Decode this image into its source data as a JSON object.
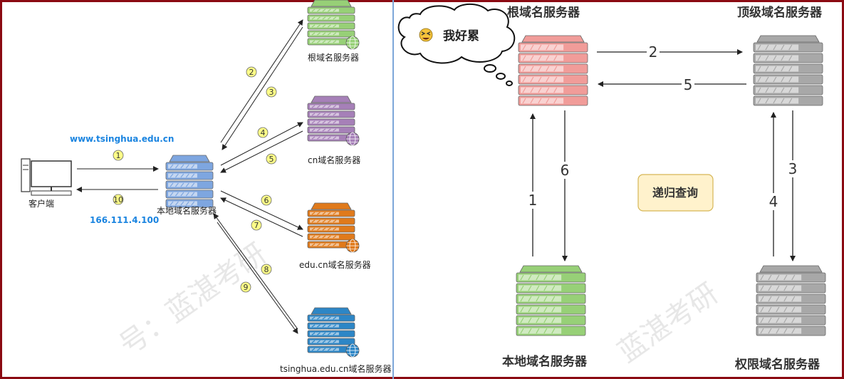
{
  "left": {
    "client_label": "客户端",
    "local_label": "本地域名服务器",
    "root_label": "根域名服务器",
    "cn_label": "cn域名服务器",
    "edu_label": "edu.cn域名服务器",
    "tsinghua_label": "tsinghua.edu.cn域名服务器",
    "query_domain": "www.tsinghua.edu.cn",
    "result_ip": "166.111.4.100",
    "steps": [
      "1",
      "2",
      "3",
      "4",
      "5",
      "6",
      "7",
      "8",
      "9",
      "10"
    ]
  },
  "right": {
    "root_label": "根域名服务器",
    "tld_label": "顶级域名服务器",
    "local_label": "本地域名服务器",
    "auth_label": "权限域名服务器",
    "bubble_text": "我好累",
    "mode_label": "递归查询",
    "steps": [
      "1",
      "2",
      "3",
      "4",
      "5",
      "6"
    ]
  },
  "watermark": [
    "号：蓝湛考研",
    "蓝湛考研"
  ],
  "colors": {
    "blue_server": "#7ea6e0",
    "purple_server": "#a680b8",
    "orange_server": "#e07a1b",
    "teal_server": "#2d86c6",
    "green_server": "#97d077",
    "red_server": "#f19c99",
    "gray_server": "#a8a8a8",
    "blue_text": "#1a84e0",
    "badge": "#ffff88",
    "note_bg": "#fff2cc",
    "frame": "#8b0a12"
  }
}
